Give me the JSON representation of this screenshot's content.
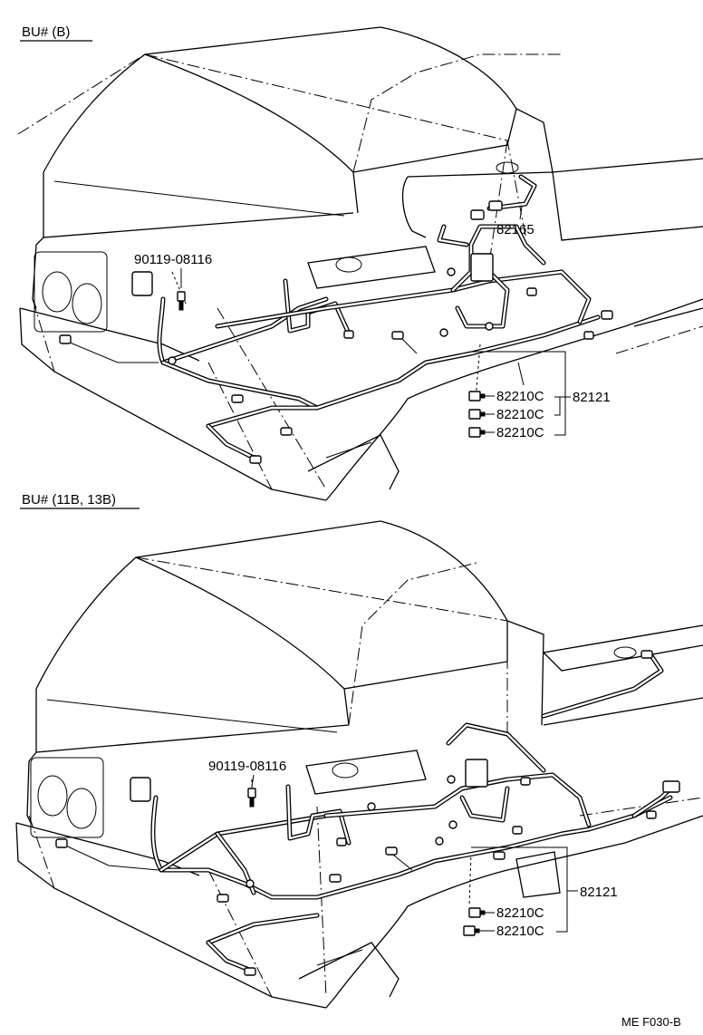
{
  "top_section": {
    "header": "BU# (B)",
    "part_screw": "90119-08116",
    "part_harness_rear": "82165",
    "part_wire_main": "82121",
    "part_connector_1": "82210C",
    "part_connector_2": "82210C",
    "part_connector_3": "82210C"
  },
  "bottom_section": {
    "header": "BU# (11B, 13B)",
    "part_screw": "90119-08116",
    "part_wire_main": "82121",
    "part_connector_1": "82210C",
    "part_connector_2": "82210C"
  },
  "footer_code": "ME F030-B"
}
